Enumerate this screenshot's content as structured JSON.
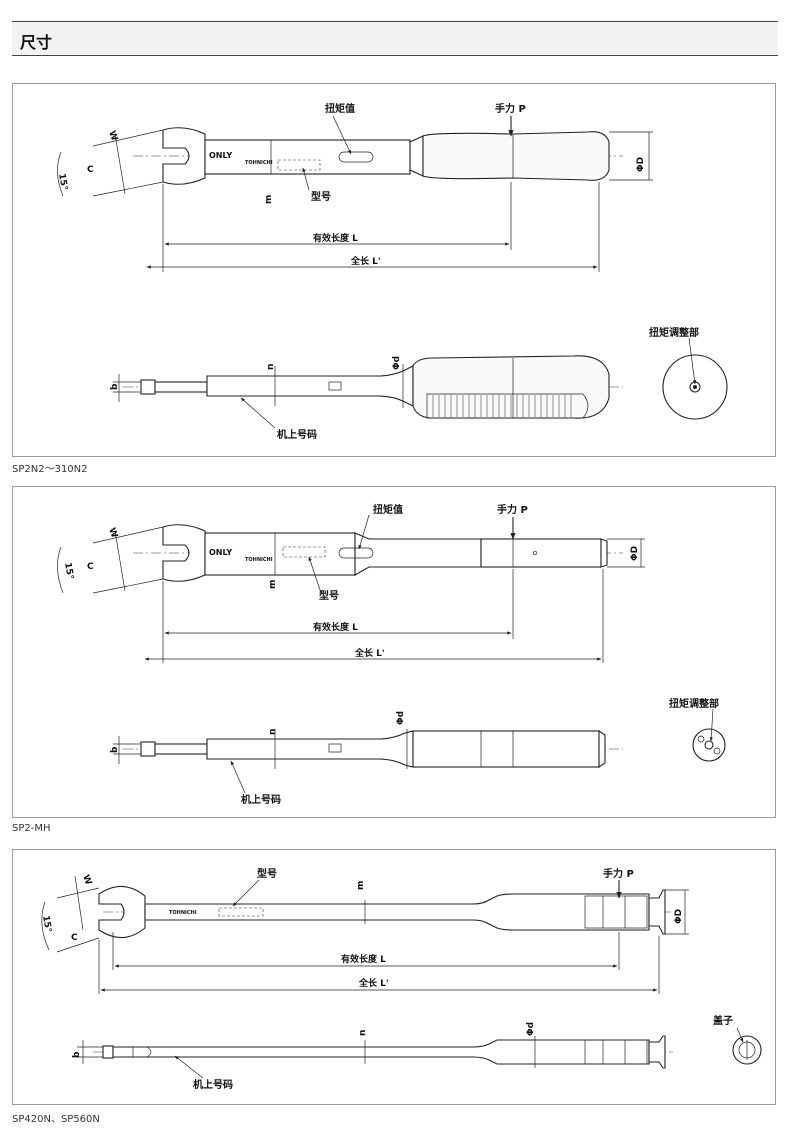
{
  "header": {
    "title": "尺寸"
  },
  "logos": {
    "only": "ONLY",
    "tohnichi": "TOHNICHI"
  },
  "panels": [
    {
      "caption": "SP2N2～310N2",
      "labels": {
        "torque_value": "扭矩值",
        "hand_force": "手力 P",
        "model": "型号",
        "effective_length": "有效长度 L",
        "total_length": "全长 L'",
        "w": "W",
        "c": "C",
        "angle": "15°",
        "m": "m",
        "phi_D": "ΦD",
        "n": "n",
        "phi_d": "Φd",
        "b": "b",
        "serial": "机上号码",
        "adjust": "扭矩调整部"
      }
    },
    {
      "caption": "SP2-MH",
      "labels": {
        "torque_value": "扭矩值",
        "hand_force": "手力 P",
        "model": "型号",
        "effective_length": "有效长度 L",
        "total_length": "全长 L'",
        "w": "W",
        "c": "C",
        "angle": "15°",
        "m": "m",
        "phi_D": "ΦD",
        "n": "n",
        "phi_d": "Φd",
        "b": "b",
        "serial": "机上号码",
        "adjust": "扭矩调整部"
      }
    },
    {
      "caption": "SP420N、SP560N",
      "labels": {
        "model": "型号",
        "hand_force": "手力 P",
        "effective_length": "有效长度 L",
        "total_length": "全长 L'",
        "w": "W",
        "c": "C",
        "angle": "15°",
        "m": "m",
        "phi_D": "ΦD",
        "n": "n",
        "phi_d": "Φd",
        "b": "b",
        "serial": "机上号码",
        "cap": "盖子"
      }
    }
  ]
}
